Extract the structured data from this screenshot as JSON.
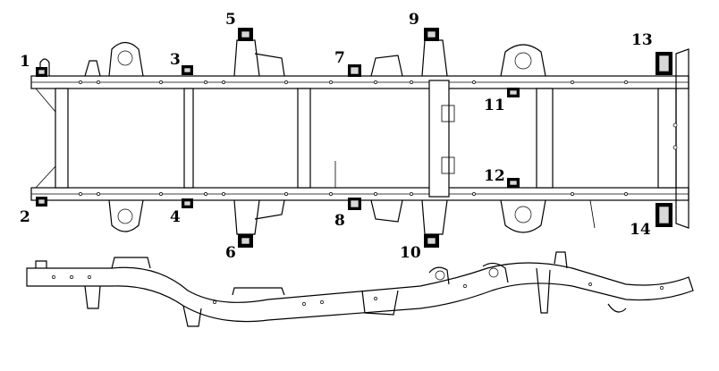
{
  "diagram": {
    "callouts": [
      {
        "id": 1,
        "label": "1"
      },
      {
        "id": 2,
        "label": "2"
      },
      {
        "id": 3,
        "label": "3"
      },
      {
        "id": 4,
        "label": "4"
      },
      {
        "id": 5,
        "label": "5"
      },
      {
        "id": 6,
        "label": "6"
      },
      {
        "id": 7,
        "label": "7"
      },
      {
        "id": 8,
        "label": "8"
      },
      {
        "id": 9,
        "label": "9"
      },
      {
        "id": 10,
        "label": "10"
      },
      {
        "id": 11,
        "label": "11"
      },
      {
        "id": 12,
        "label": "12"
      },
      {
        "id": 13,
        "label": "13"
      },
      {
        "id": 14,
        "label": "14"
      }
    ]
  }
}
